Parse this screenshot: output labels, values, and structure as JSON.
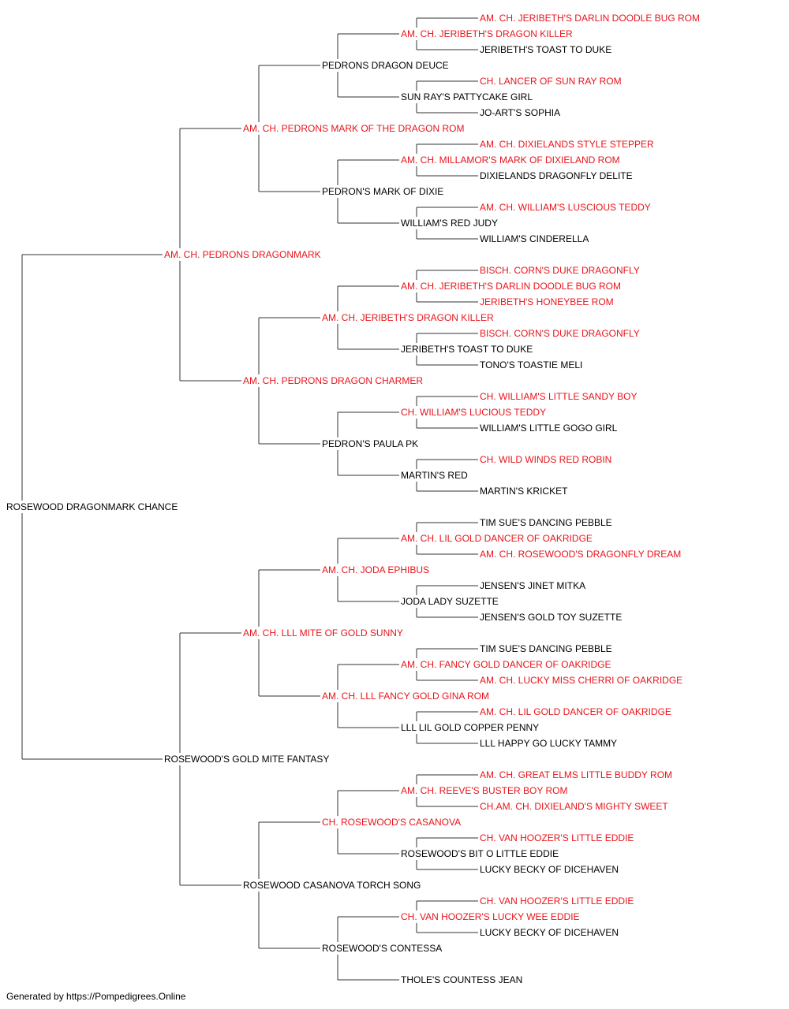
{
  "colors": {
    "champion": "#e8141b",
    "normal": "#000000",
    "connector": "#333333"
  },
  "subject": {
    "name": "ROSEWOOD DRAGONMARK CHANCE",
    "champion": false
  },
  "gen1": [
    {
      "name": "AM. CH. PEDRONS DRAGONMARK",
      "champion": true
    },
    {
      "name": "ROSEWOOD'S GOLD MITE FANTASY",
      "champion": false
    }
  ],
  "gen2": [
    {
      "name": "AM. CH. PEDRONS MARK OF THE DRAGON ROM",
      "champion": true
    },
    {
      "name": "AM. CH. PEDRONS DRAGON CHARMER",
      "champion": true
    },
    {
      "name": "AM. CH. LLL MITE OF GOLD SUNNY",
      "champion": true
    },
    {
      "name": "ROSEWOOD CASANOVA TORCH SONG",
      "champion": false
    }
  ],
  "gen3": [
    {
      "name": "PEDRONS DRAGON DEUCE",
      "champion": false
    },
    {
      "name": "PEDRON'S MARK OF DIXIE",
      "champion": false
    },
    {
      "name": "AM. CH. JERIBETH'S DRAGON KILLER",
      "champion": true
    },
    {
      "name": "PEDRON'S PAULA PK",
      "champion": false
    },
    {
      "name": "AM. CH. JODA EPHIBUS",
      "champion": true
    },
    {
      "name": "AM. CH. LLL FANCY GOLD GINA ROM",
      "champion": true
    },
    {
      "name": "CH. ROSEWOOD'S CASANOVA",
      "champion": true
    },
    {
      "name": "ROSEWOOD'S CONTESSA",
      "champion": false
    }
  ],
  "gen4": [
    {
      "name": "AM. CH. JERIBETH'S DRAGON KILLER",
      "champion": true
    },
    {
      "name": "SUN RAY'S PATTYCAKE GIRL",
      "champion": false
    },
    {
      "name": "AM. CH. MILLAMOR'S MARK OF DIXIELAND ROM",
      "champion": true
    },
    {
      "name": "WILLIAM'S RED JUDY",
      "champion": false
    },
    {
      "name": "AM. CH. JERIBETH'S DARLIN DOODLE BUG ROM",
      "champion": true
    },
    {
      "name": "JERIBETH'S TOAST TO DUKE",
      "champion": false
    },
    {
      "name": "CH. WILLIAM'S LUCIOUS TEDDY",
      "champion": true
    },
    {
      "name": "MARTIN'S RED",
      "champion": false
    },
    {
      "name": "AM. CH. LIL GOLD DANCER OF OAKRIDGE",
      "champion": true
    },
    {
      "name": "JODA LADY SUZETTE",
      "champion": false
    },
    {
      "name": "AM. CH. FANCY GOLD DANCER OF OAKRIDGE",
      "champion": true
    },
    {
      "name": "LLL LIL GOLD COPPER PENNY",
      "champion": false
    },
    {
      "name": "AM. CH. REEVE'S BUSTER BOY ROM",
      "champion": true
    },
    {
      "name": "ROSEWOOD'S BIT O LITTLE EDDIE",
      "champion": false
    },
    {
      "name": "CH. VAN HOOZER'S LUCKY WEE EDDIE",
      "champion": true
    },
    {
      "name": "THOLE'S COUNTESS JEAN",
      "champion": false
    }
  ],
  "gen5": [
    {
      "name": "AM. CH. JERIBETH'S DARLIN DOODLE BUG ROM",
      "champion": true
    },
    {
      "name": "JERIBETH'S TOAST TO DUKE",
      "champion": false
    },
    {
      "name": "CH. LANCER OF SUN RAY ROM",
      "champion": true
    },
    {
      "name": "JO-ART'S SOPHIA",
      "champion": false
    },
    {
      "name": "AM. CH. DIXIELANDS STYLE STEPPER",
      "champion": true
    },
    {
      "name": "DIXIELANDS DRAGONFLY DELITE",
      "champion": false
    },
    {
      "name": "AM. CH. WILLIAM'S LUSCIOUS TEDDY",
      "champion": true
    },
    {
      "name": "WILLIAM'S CINDERELLA",
      "champion": false
    },
    {
      "name": "BISCH. CORN'S DUKE DRAGONFLY",
      "champion": true
    },
    {
      "name": "JERIBETH'S HONEYBEE ROM",
      "champion": true
    },
    {
      "name": "BISCH. CORN'S DUKE DRAGONFLY",
      "champion": true
    },
    {
      "name": "TONO'S TOASTIE MELI",
      "champion": false
    },
    {
      "name": "CH. WILLIAM'S LITTLE SANDY BOY",
      "champion": true
    },
    {
      "name": "WILLIAM'S LITTLE GOGO GIRL",
      "champion": false
    },
    {
      "name": "CH. WILD WINDS RED ROBIN",
      "champion": true
    },
    {
      "name": "MARTIN'S KRICKET",
      "champion": false
    },
    {
      "name": "TIM SUE'S DANCING PEBBLE",
      "champion": false
    },
    {
      "name": "AM. CH. ROSEWOOD'S DRAGONFLY DREAM",
      "champion": true
    },
    {
      "name": "JENSEN'S JINET MITKA",
      "champion": false
    },
    {
      "name": "JENSEN'S GOLD TOY SUZETTE",
      "champion": false
    },
    {
      "name": "TIM SUE'S DANCING PEBBLE",
      "champion": false
    },
    {
      "name": "AM. CH. LUCKY MISS CHERRI OF OAKRIDGE",
      "champion": true
    },
    {
      "name": "AM. CH. LIL GOLD DANCER OF OAKRIDGE",
      "champion": true
    },
    {
      "name": "LLL HAPPY GO LUCKY TAMMY",
      "champion": false
    },
    {
      "name": "AM. CH. GREAT ELMS LITTLE BUDDY ROM",
      "champion": true
    },
    {
      "name": "CH.AM. CH. DIXIELAND'S MIGHTY SWEET",
      "champion": true
    },
    {
      "name": "CH. VAN HOOZER'S LITTLE EDDIE",
      "champion": true
    },
    {
      "name": "LUCKY BECKY OF DICEHAVEN",
      "champion": false
    },
    {
      "name": "CH. VAN HOOZER'S LITTLE EDDIE",
      "champion": true
    },
    {
      "name": "LUCKY BECKY OF DICEHAVEN",
      "champion": false
    },
    null,
    null
  ],
  "footer": "Generated by https://Pompedigrees.Online"
}
